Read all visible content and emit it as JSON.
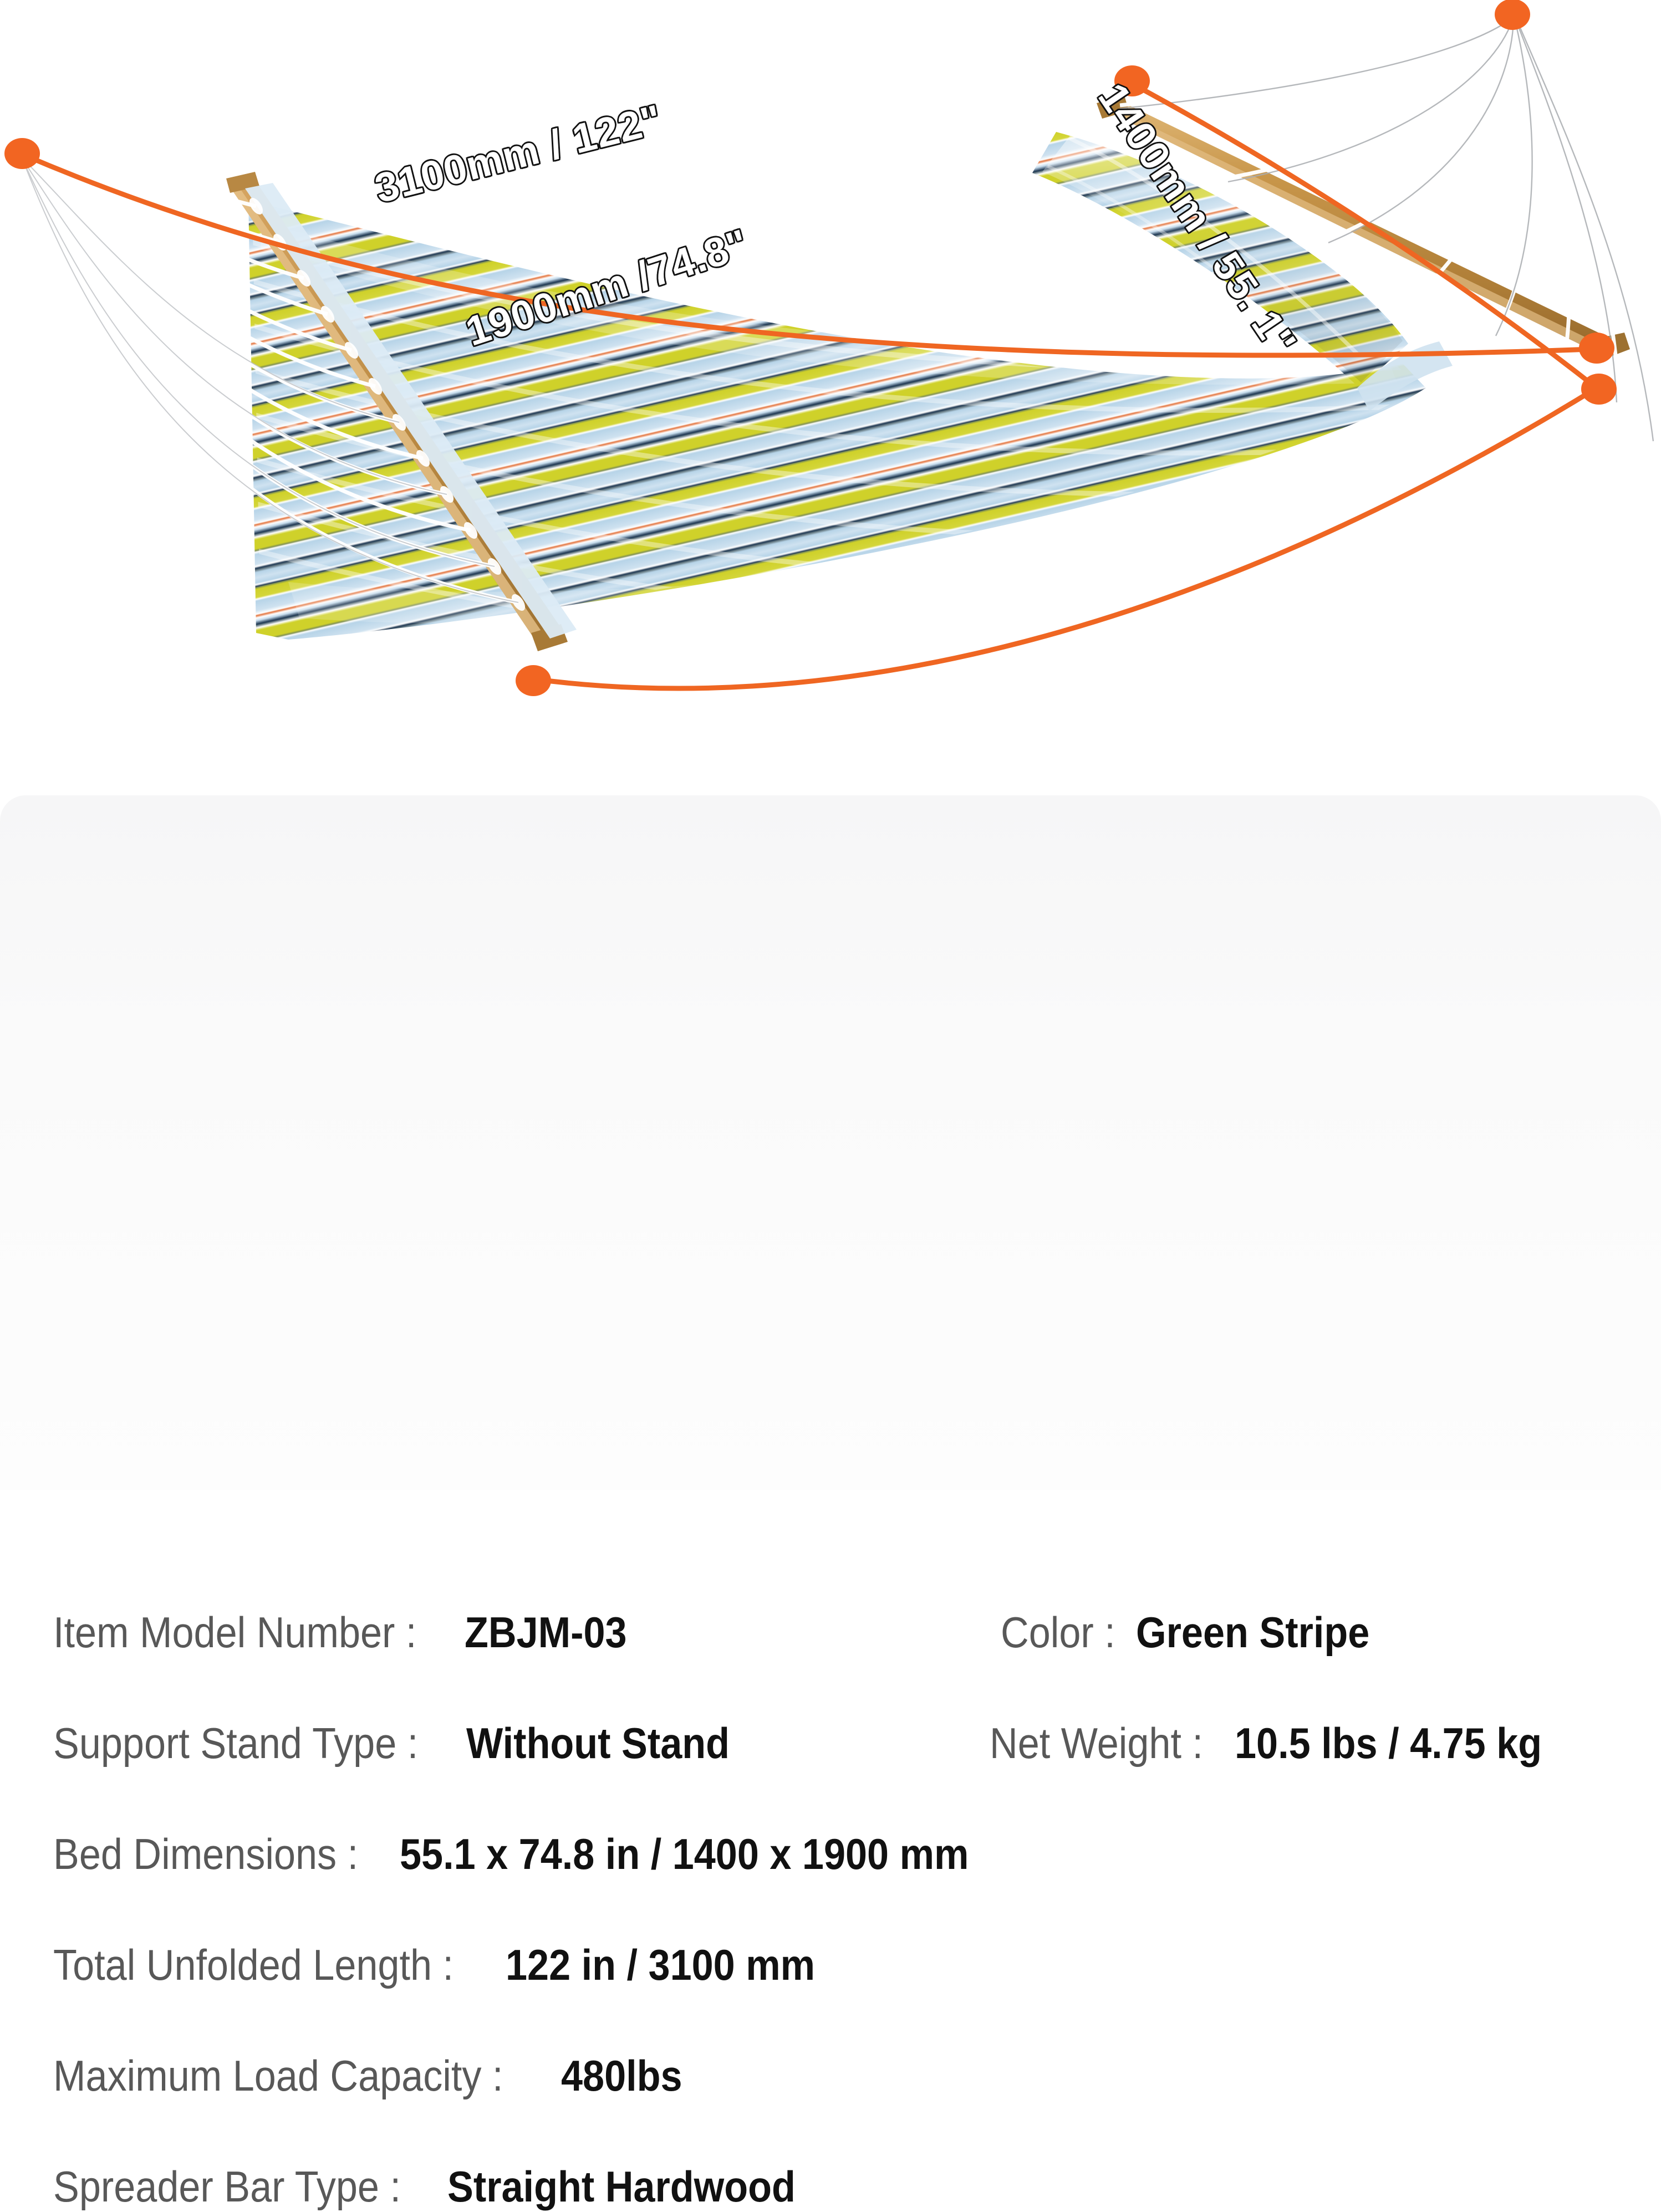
{
  "product_image": {
    "alt": "Quilted double hammock with spreader bars and pillow, green stripe",
    "dimension_callouts": [
      {
        "id": "total-length",
        "text": "3100mm / 122\"",
        "axis": "total unfolded length"
      },
      {
        "id": "bed-width",
        "text": "1400mm / 55. 1\"",
        "axis": "bed width"
      },
      {
        "id": "bed-length",
        "text": "1900mm /74.8\"",
        "axis": "bed length"
      }
    ],
    "colors": {
      "callout_line": "#ef6622",
      "callout_dot": "#f26522",
      "rope": "#ffffff",
      "spreader_bar_wood": "#c4913f",
      "fabric_light_blue": "#b9d6e9",
      "fabric_pale_blue": "#d7e7f2",
      "fabric_white": "#ffffff",
      "fabric_green": "#cfd12a",
      "fabric_navy": "#1c3550",
      "fabric_orange": "#e2713a",
      "fabric_grey": "#6b7f88"
    },
    "endpoint_dots": 5
  },
  "specs": {
    "left_column": [
      {
        "label": "Item Model Number :",
        "value": "ZBJM-03"
      },
      {
        "label": "Support Stand Type :",
        "value": "Without Stand"
      },
      {
        "label": "Bed Dimensions :",
        "value": "55.1 x 74.8 in / 1400 x 1900 mm"
      },
      {
        "label": "Total Unfolded Length :",
        "value": "122 in / 3100 mm"
      },
      {
        "label": "Maximum Load Capacity :",
        "value": "480lbs"
      },
      {
        "label": "Spreader Bar Type :",
        "value": "Straight Hardwood"
      }
    ],
    "right_column": [
      {
        "label": "Color :",
        "value": "Green Stripe"
      },
      {
        "label": "Net Weight :",
        "value": "10.5 lbs / 4.75 kg"
      }
    ]
  },
  "theme": {
    "panel_background": "#f8f8f9",
    "label_color": "#585858",
    "value_color": "#111111",
    "page_background": "#ffffff"
  }
}
